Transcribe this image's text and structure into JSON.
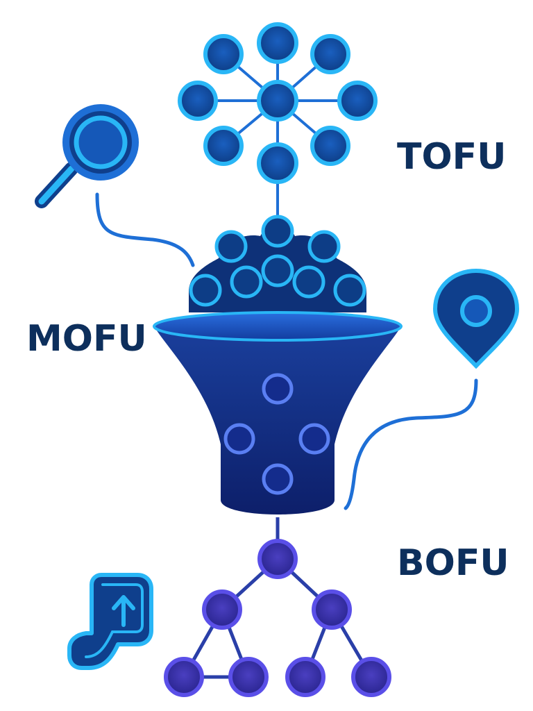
{
  "diagram": {
    "stages": [
      {
        "id": "tofu",
        "label": "TOFU",
        "icon": "magnifier-icon"
      },
      {
        "id": "mofu",
        "label": "MOFU",
        "icon": "location-pin-icon"
      },
      {
        "id": "bofu",
        "label": "BOFU",
        "icon": "growth-map-icon"
      }
    ]
  },
  "colors": {
    "navy": "#0d2f5c",
    "blue_dark": "#0f3f8c",
    "blue_mid": "#1e6fd6",
    "cyan": "#29b6f6",
    "indigo": "#3f35a6",
    "violet": "#6e63e0"
  }
}
